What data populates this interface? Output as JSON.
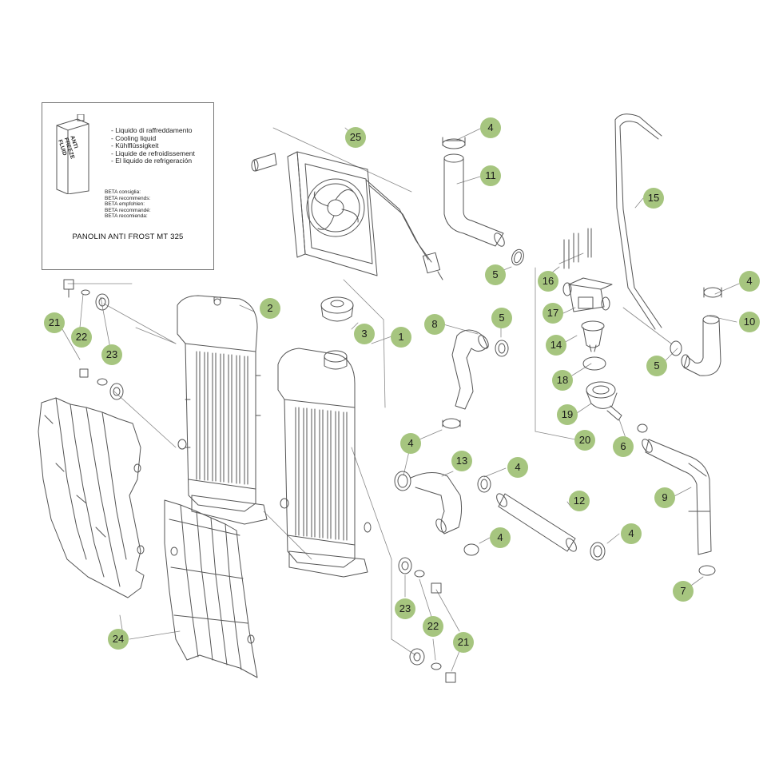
{
  "info_box": {
    "can_label": [
      "ANTI",
      "FREEZE",
      "FLUID"
    ],
    "fluid_names": [
      "- Liquido di raffreddamento",
      "- Cooling liquid",
      "- Kühlflüssigkeit",
      "- Liquide de refroidissement",
      "- El liquido de refrigeración"
    ],
    "recommendations": [
      "BETA consiglia:",
      "BETA recommends:",
      "BETA empfohlen:",
      "BETA recommandé:",
      "BETA recomienda:"
    ],
    "product": "PANOLIN ANTI FROST MT 325"
  },
  "callouts": [
    "25",
    "4",
    "11",
    "15",
    "5",
    "16",
    "4",
    "10",
    "17",
    "2",
    "3",
    "1",
    "8",
    "5",
    "21",
    "22",
    "14",
    "23",
    "18",
    "5",
    "19",
    "20",
    "6",
    "4",
    "13",
    "4",
    "12",
    "9",
    "4",
    "4",
    "7",
    "23",
    "22",
    "21",
    "24"
  ],
  "colors": {
    "callout_fill": "#a6c57f",
    "line_art": "#555555"
  }
}
